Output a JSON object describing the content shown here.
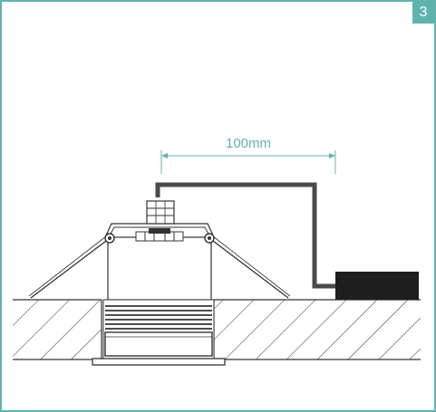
{
  "step": {
    "number": "3"
  },
  "dimension": {
    "label": "100mm"
  },
  "colors": {
    "accent": "#5fb3ad",
    "line": "#333333",
    "cable": "#4a4a4a",
    "driver": "#1e1e1e"
  },
  "icons": {
    "fixture": "recessed-downlight",
    "driver": "led-driver-box"
  }
}
